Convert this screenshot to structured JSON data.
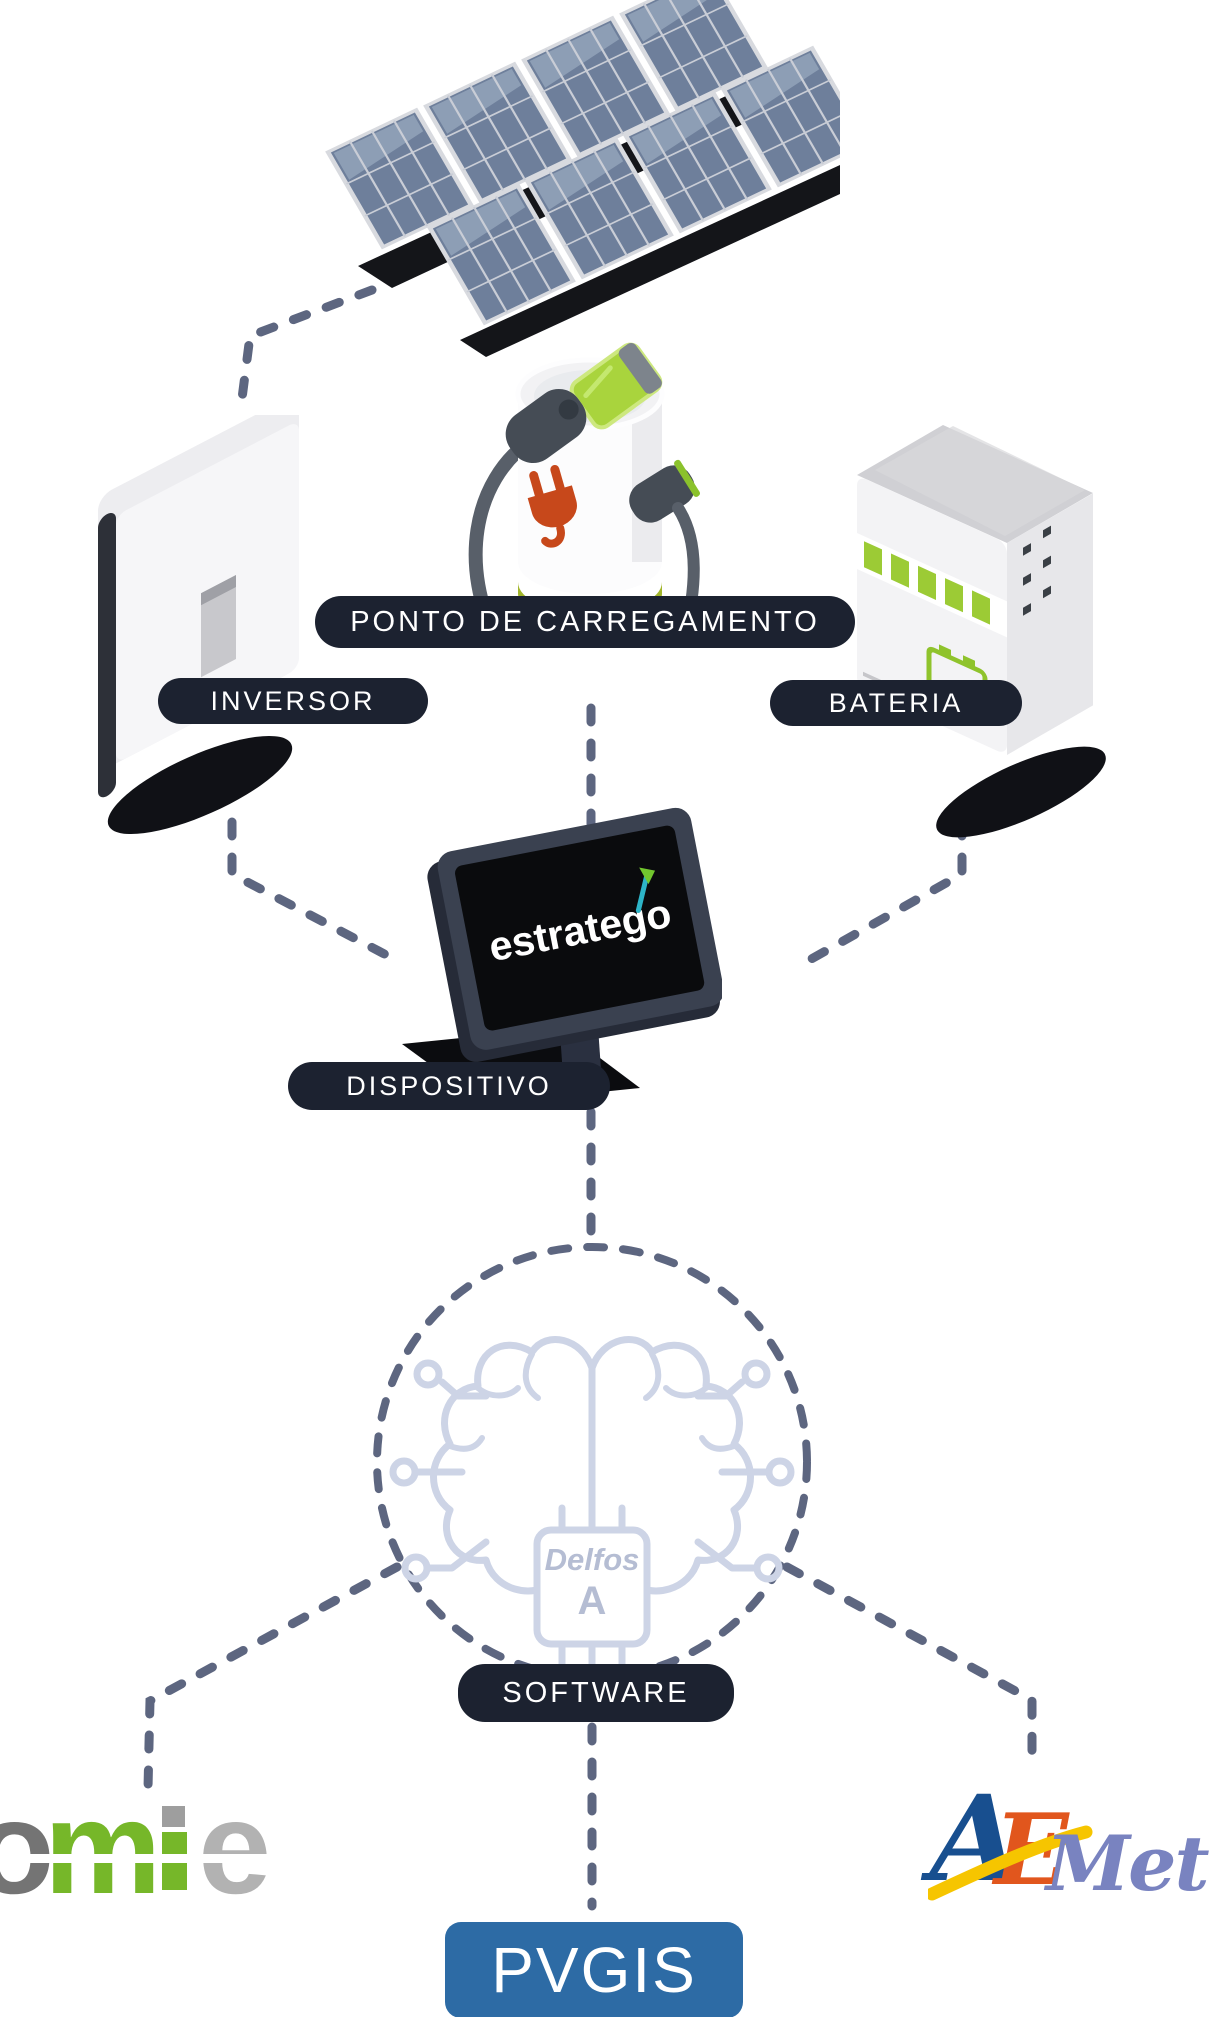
{
  "labels": {
    "charging_point": "PONTO DE CARREGAMENTO",
    "inverter": "INVERSOR",
    "battery": "BATERIA",
    "device": "DISPOSITIVO",
    "software": "SOFTWARE"
  },
  "logos": {
    "estratego": "estratego",
    "delfos_line1": "Delfos",
    "delfos_line2": "A",
    "omie": {
      "text": "omie",
      "letters": [
        "o",
        "m",
        "i",
        "e"
      ]
    },
    "pvgis": "PVGIS",
    "aemet": {
      "text": "AEMet",
      "letters": [
        "A",
        "E",
        "Met"
      ]
    }
  },
  "colors": {
    "label_pill_bg": "#1c2230",
    "label_pill_text": "#ffffff",
    "connector_dash": "#5d6680",
    "lime_accent": "#9ccb35",
    "plug_icon_red": "#c7481b",
    "software_brain": "#cdd4e6",
    "omie_o": "#747474",
    "omie_m": "#76b729",
    "omie_ie": "#b2b2b2",
    "pvgis_bg": "#2d6ba5",
    "aemet_a": "#184f8f",
    "aemet_e": "#e1561d",
    "aemet_met": "#7983c0",
    "aemet_swoosh": "#f6c500"
  },
  "edges": [
    {
      "from": "solar-panels",
      "to": "inverter"
    },
    {
      "from": "charging-point",
      "to": "device"
    },
    {
      "from": "inverter",
      "to": "device"
    },
    {
      "from": "battery",
      "to": "device"
    },
    {
      "from": "device",
      "to": "software"
    },
    {
      "from": "software",
      "to": "omie"
    },
    {
      "from": "software",
      "to": "pvgis"
    },
    {
      "from": "software",
      "to": "aemet"
    }
  ]
}
